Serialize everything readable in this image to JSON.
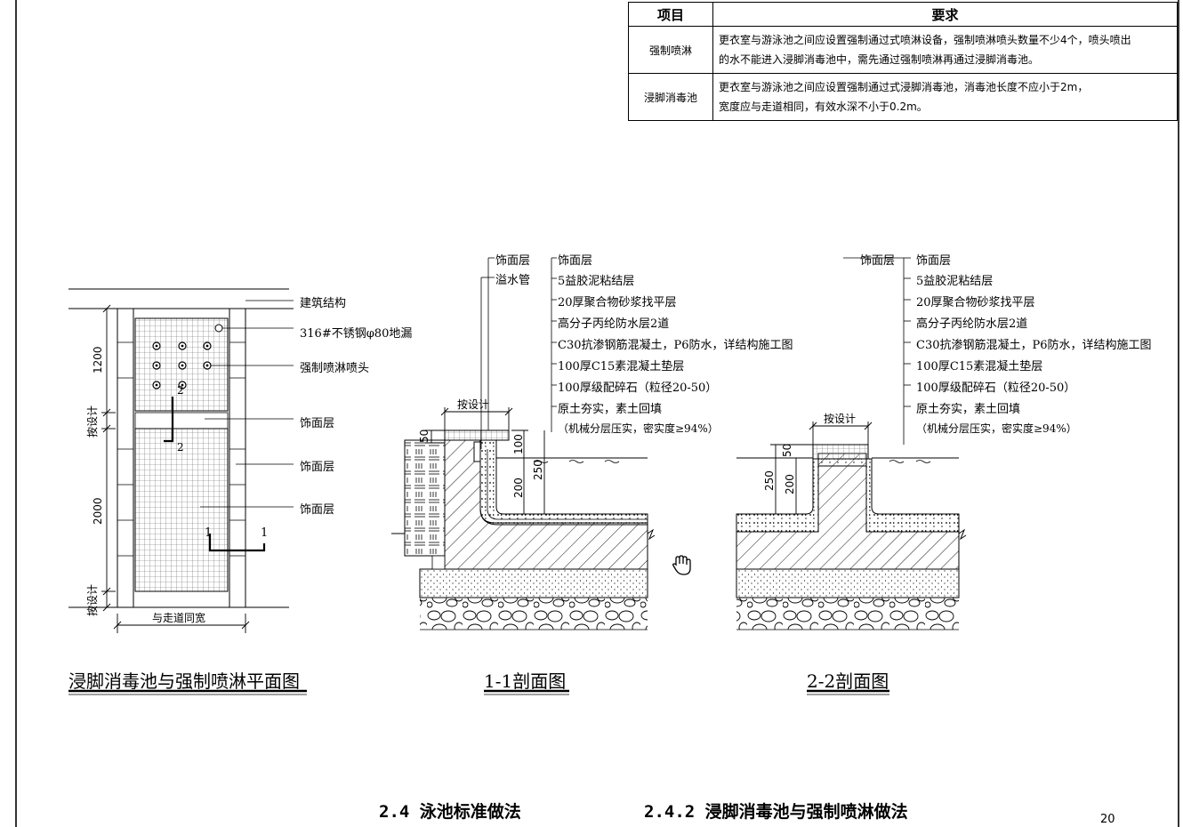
{
  "table": {
    "header_item": "项目",
    "header_req": "要求",
    "rows": [
      {
        "item": "强制喷淋",
        "line1": "更衣室与游泳池之间应设置强制通过式喷淋设备，强制喷淋喷头数量不少4个，喷头喷出",
        "line2": "的水不能进入浸脚消毒池中，需先通过强制喷淋再通过浸脚消毒池。"
      },
      {
        "item": "浸脚消毒池",
        "line1": "更衣室与游泳池之间应设置强制通过式浸脚消毒池，消毒池长度不应小于2m，",
        "line2": "宽度应与走道相同，有效水深不小于0.2m。"
      }
    ]
  },
  "plan": {
    "title": "浸脚消毒池与强制喷淋平面图",
    "labels": [
      "建筑结构",
      "316#不锈钢φ80地漏",
      "强制喷淋喷头",
      "饰面层",
      "饰面层",
      "饰面层"
    ],
    "dims": [
      "1200",
      "按设计",
      "2000",
      "按设计"
    ],
    "width_label": "与走道同宽",
    "section_marks": [
      "2",
      "2",
      "1",
      "1"
    ]
  },
  "section1": {
    "title": "1-1剖面图",
    "left_labels": [
      "饰面层",
      "溢水管"
    ],
    "layers": [
      "饰面层",
      "5益胶泥粘结层",
      "20厚聚合物砂浆找平层",
      "高分子丙纶防水层2道",
      "C30抗渗钢筋混凝土，P6防水，详结构施工图",
      "100厚C15素混凝土垫层",
      "100厚级配碎石（粒径20-50）",
      "原土夯实，素土回填",
      "（机械分层压实，密实度≥94%）"
    ],
    "dims": [
      "按设计",
      "50",
      "100",
      "250",
      "200"
    ]
  },
  "section2": {
    "title": "2-2剖面图",
    "left_labels": [
      "饰面层"
    ],
    "layers": [
      "饰面层",
      "5益胶泥粘结层",
      "20厚聚合物砂浆找平层",
      "高分子丙纶防水层2道",
      "C30抗渗钢筋混凝土，P6防水，详结构施工图",
      "100厚C15素混凝土垫层",
      "100厚级配碎石（粒径20-50）",
      "原土夯实，素土回填",
      "（机械分层压实，密实度≥94%）"
    ],
    "dims": [
      "按设计",
      "50",
      "250",
      "200"
    ]
  },
  "footer": {
    "left": "2.4 泳池标准做法",
    "right": "2.4.2 浸脚消毒池与强制喷淋做法",
    "page": "20"
  }
}
